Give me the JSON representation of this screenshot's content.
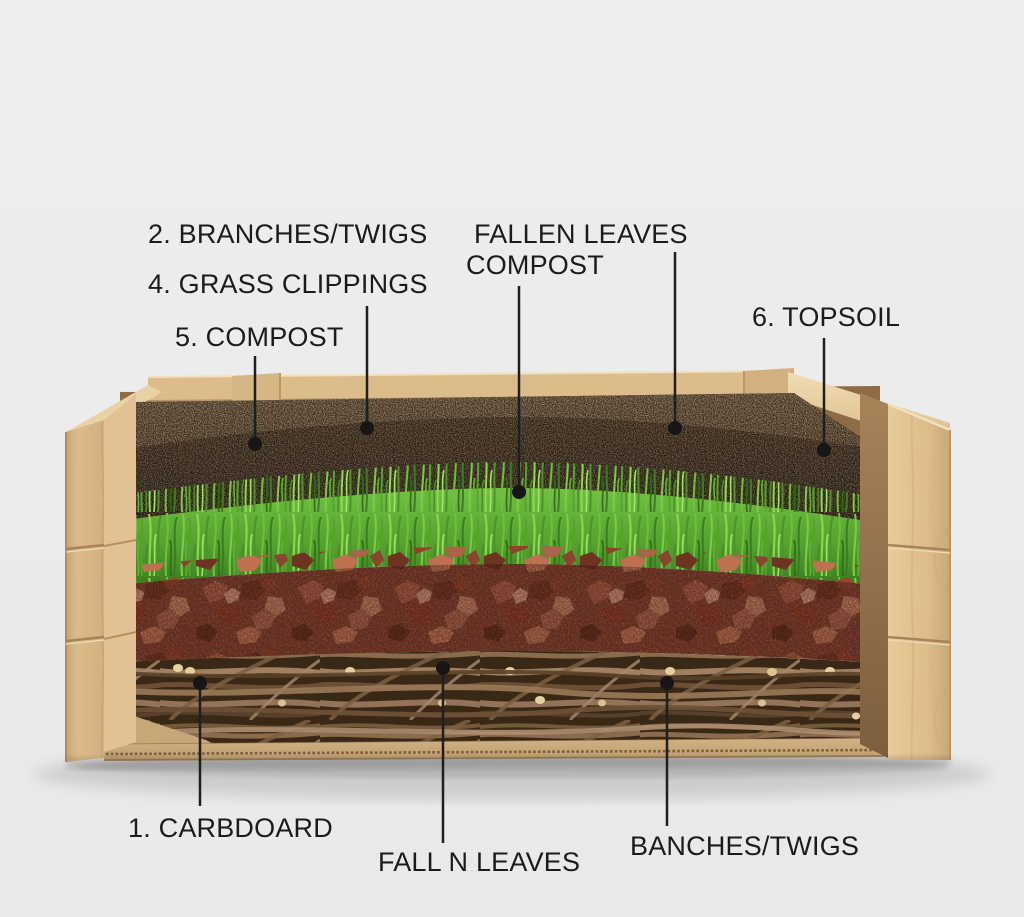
{
  "diagram": {
    "subject": "raised-garden-bed-layers-cross-section",
    "labels_top": {
      "branches_twigs": "2. BRANCHES/TWIGS",
      "grass_clippings": "4. GRASS CLIPPINGS",
      "compost": "5. COMPOST",
      "fallen_leaves_compost_line1": "FALLEN LEAVES",
      "fallen_leaves_compost_line2": "COMPOST",
      "topsoil": "6. TOPSOIL"
    },
    "labels_bottom": {
      "cardboard": "1. CARBDOARD",
      "fallen_leaves": "FALL N LEAVES",
      "branches_twigs": "BANCHES/TWIGS"
    },
    "colors": {
      "background": "#ececec",
      "label_text": "#1b1b1b",
      "leader_line": "#1f1f1f",
      "wood_light": "#e5c696",
      "wood_dark": "#9c7950",
      "soil": "#43301f",
      "grass": "#5ea63b",
      "leaves": "#9b523c",
      "twigs": "#8a6b4c",
      "cardboard": "#cbab7b"
    }
  }
}
